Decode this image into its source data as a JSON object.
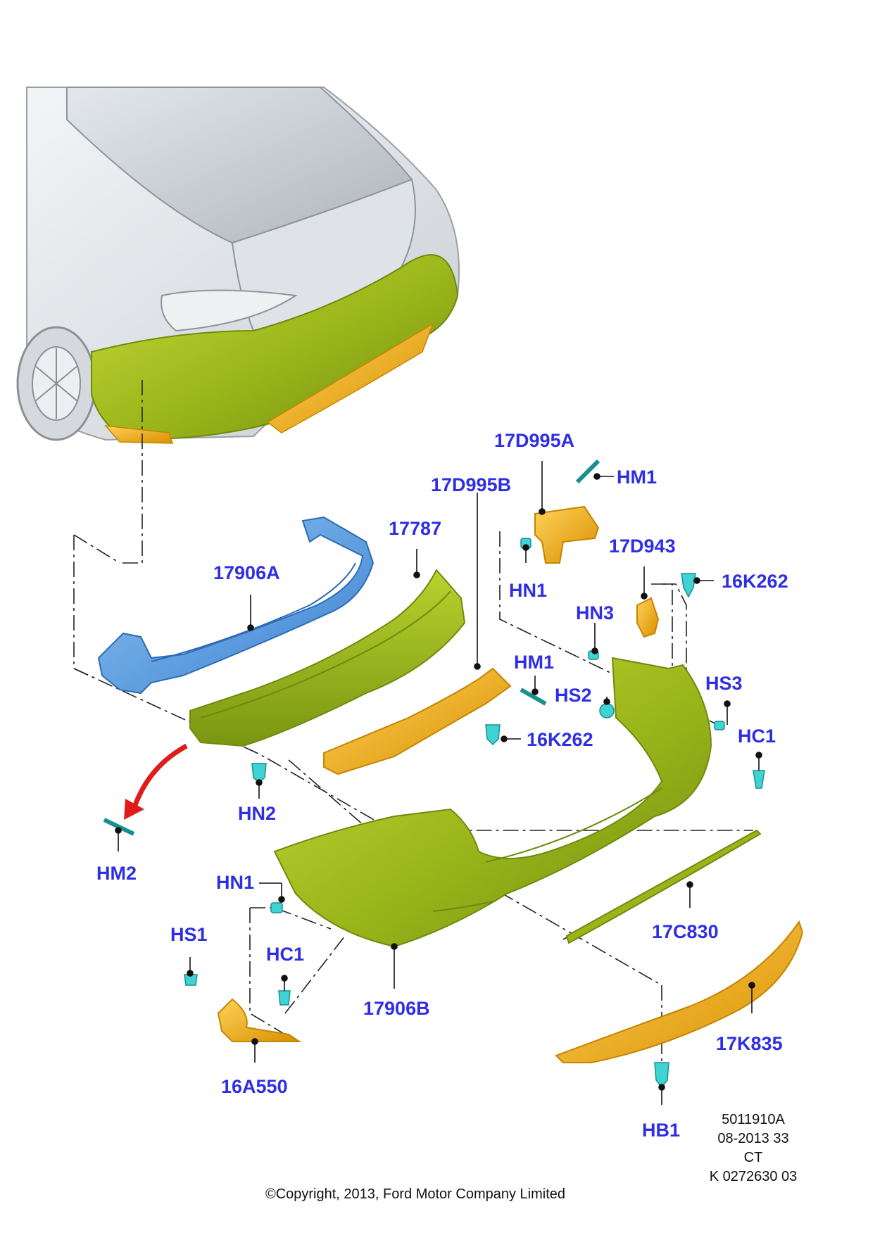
{
  "diagram": {
    "labels": {
      "l_17906a": "17906A",
      "l_17787": "17787",
      "l_17d995b": "17D995B",
      "l_17d995a": "17D995A",
      "l_hm1_top": "HM1",
      "l_hn1_top": "HN1",
      "l_17d943": "17D943",
      "l_16k262_top": "16K262",
      "l_hn3": "HN3",
      "l_hm1_mid": "HM1",
      "l_hs2": "HS2",
      "l_hs3": "HS3",
      "l_16k262_mid": "16K262",
      "l_hc1_right": "HC1",
      "l_hn2": "HN2",
      "l_hm2": "HM2",
      "l_hn1_bottom": "HN1",
      "l_hs1": "HS1",
      "l_hc1_left": "HC1",
      "l_17c830": "17C830",
      "l_17906b": "17906B",
      "l_16a550": "16A550",
      "l_17k835": "17K835",
      "l_hb1": "HB1"
    },
    "meta": {
      "code": "5011910A",
      "date": "08-2013 33",
      "ct": "CT",
      "ref": "K 0272630 03"
    },
    "copyright": "©Copyright, 2013, Ford Motor Company Limited"
  }
}
